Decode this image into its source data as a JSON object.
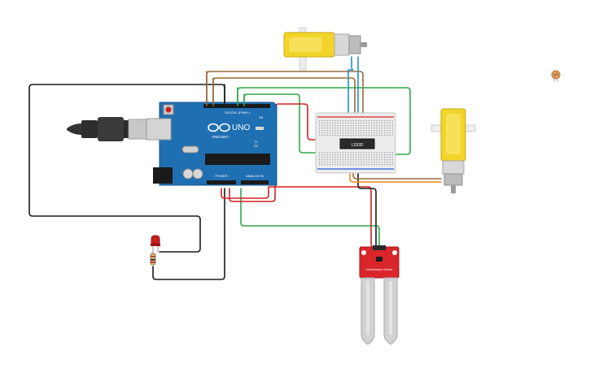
{
  "board": {
    "brand_label": "ARDUINO",
    "model_label": "UNO",
    "digital_header_label": "DIGITAL (PWM~)",
    "power_header_label": "POWER",
    "analog_header_label": "ANALOG IN",
    "on_label": "ON",
    "tx_label": "TX",
    "rx_label": "RX"
  },
  "driver_chip": {
    "label": "L293D"
  },
  "moisture_sensor": {
    "label": "Soil Moisture Sensor"
  },
  "colors": {
    "board_blue": "#1f6fb3",
    "wire_black": "#1b1b1b",
    "wire_red": "#d42121",
    "wire_green": "#2ea84a",
    "wire_brown": "#9a6b3a",
    "wire_blue": "#1f8fd6",
    "wire_orange": "#e88a1c",
    "motor_yellow": "#f2d42a",
    "sensor_red": "#d9262b"
  }
}
